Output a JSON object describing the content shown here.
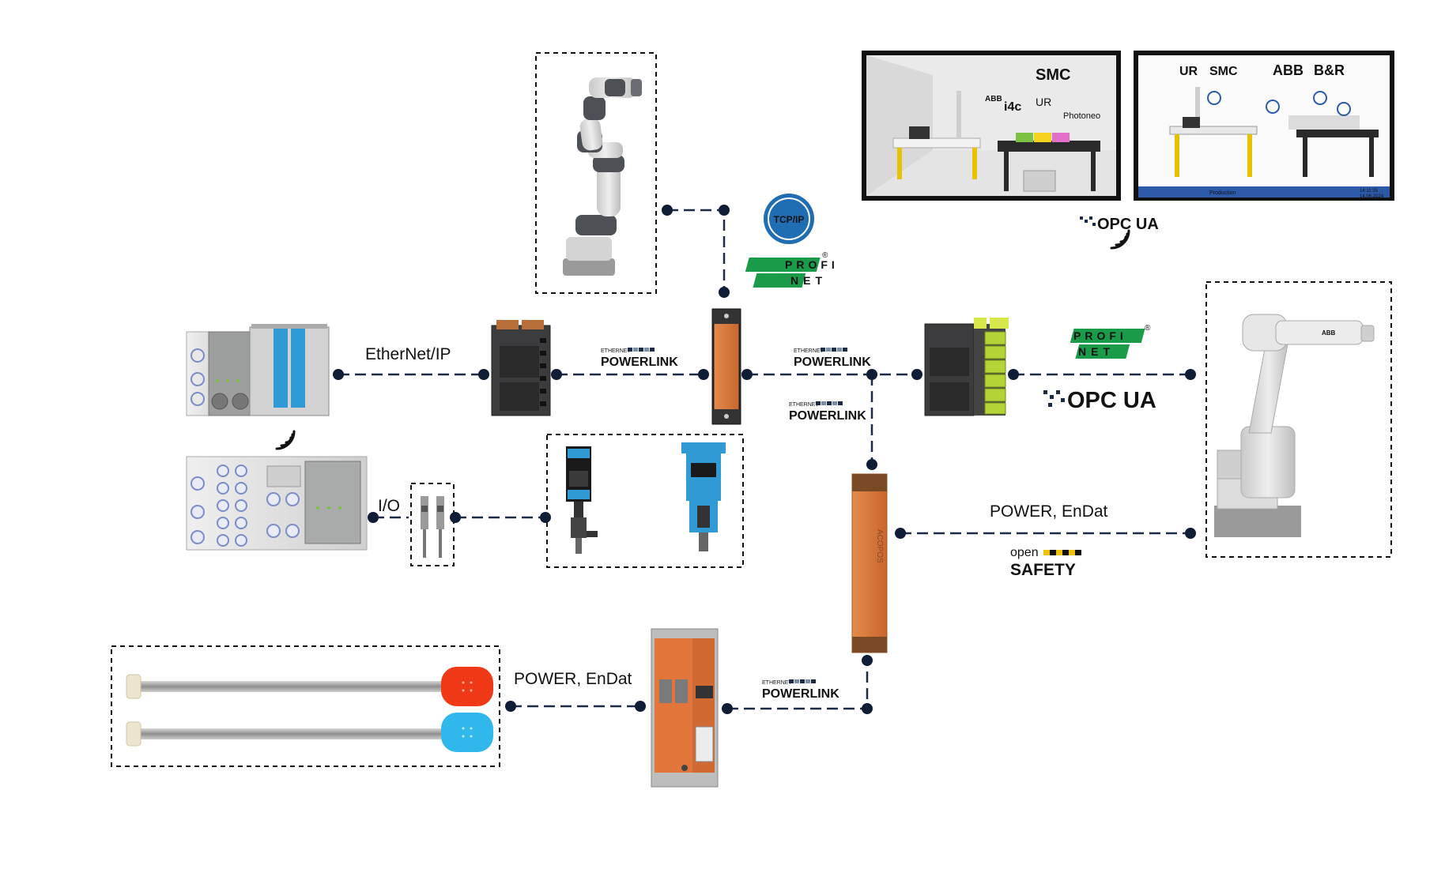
{
  "labels": {
    "ethernet_ip": "EtherNet/IP",
    "io": "I/O",
    "tcpip": "TCP/IP",
    "profi": "PROFI",
    "net": "NET",
    "powerlink_small": "ETHERNET",
    "powerlink": "POWERLINK",
    "opc_ua": "OPC UA",
    "power_endat": "POWER, EnDat",
    "open": "open",
    "safety": "SAFETY",
    "reg": "®"
  },
  "screens": {
    "left_logos": [
      "SMC",
      "UR",
      "Photoneo",
      "i4c",
      "ABB"
    ],
    "right_logos": [
      "UR",
      "SMC",
      "ABB",
      "B&R"
    ],
    "right_status": [
      "Production",
      "14:11:35",
      "14.06.2024"
    ]
  },
  "colors": {
    "link": "#1c2b45",
    "plc": "#3c3c3e",
    "drive_orange": "#d9783c",
    "io_green": "#b4d336",
    "valve_blue": "#3ba8d9",
    "motor_red": "#f03a17",
    "motor_cyan": "#30b7ec",
    "profinet_green": "#1a9b4a",
    "tcpip_blue": "#1f6db3"
  },
  "icons": [
    "wifi-icon",
    "robot-arm-icon",
    "industrial-robot-icon",
    "plc-icon",
    "drive-icon",
    "gripper-icon",
    "linear-motor-icon"
  ]
}
